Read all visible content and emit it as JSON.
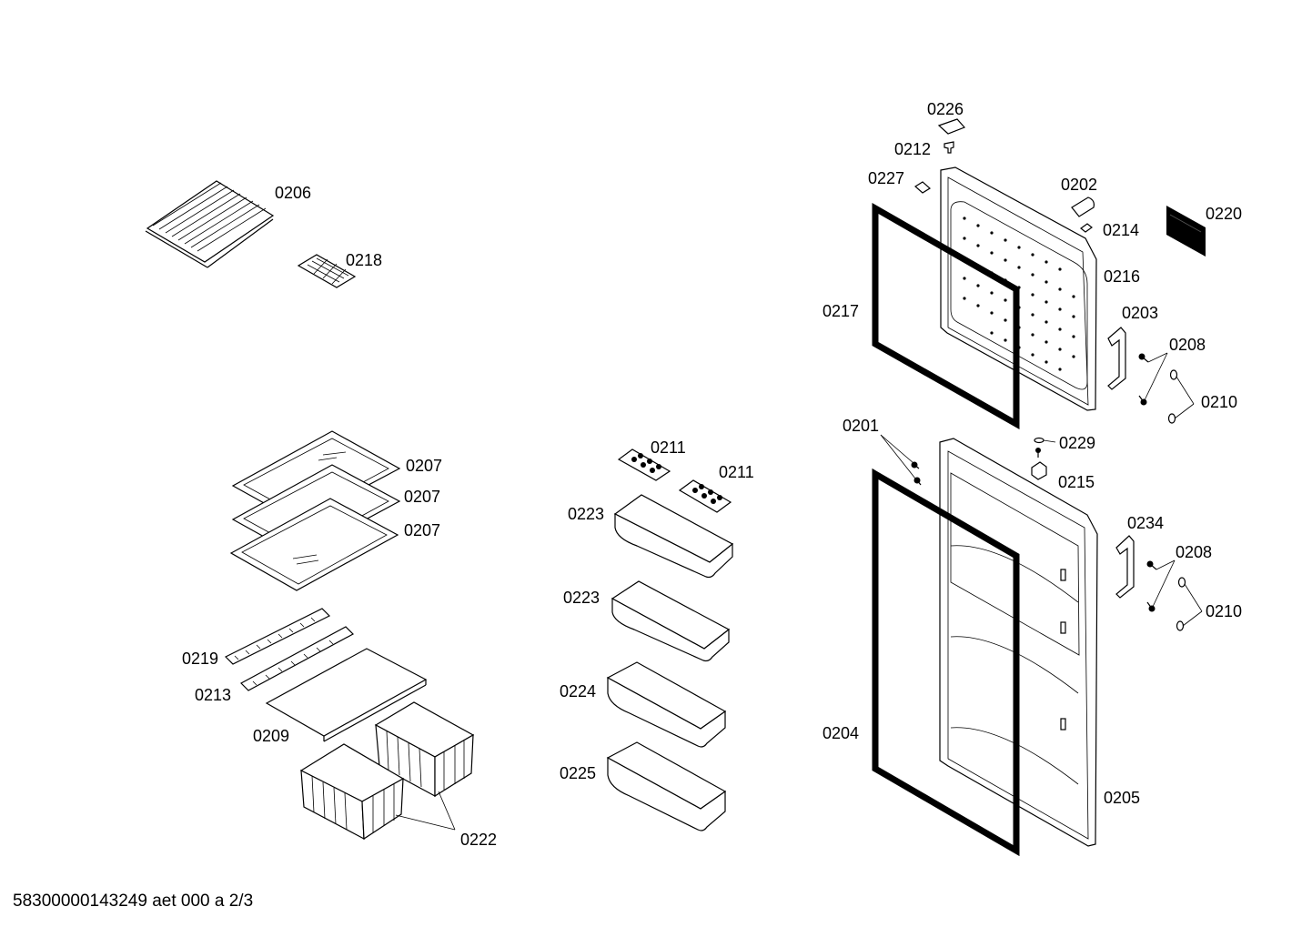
{
  "labels": {
    "p0206": "0206",
    "p0218": "0218",
    "p0207a": "0207",
    "p0207b": "0207",
    "p0207c": "0207",
    "p0219": "0219",
    "p0213": "0213",
    "p0209": "0209",
    "p0222": "0222",
    "p0211a": "0211",
    "p0211b": "0211",
    "p0223a": "0223",
    "p0223b": "0223",
    "p0224": "0224",
    "p0225": "0225",
    "p0226": "0226",
    "p0212": "0212",
    "p0227": "0227",
    "p0202": "0202",
    "p0214": "0214",
    "p0220": "0220",
    "p0216": "0216",
    "p0217": "0217",
    "p0203": "0203",
    "p0208a": "0208",
    "p0210a": "0210",
    "p0201": "0201",
    "p0229": "0229",
    "p0215": "0215",
    "p0234": "0234",
    "p0208b": "0208",
    "p0210b": "0210",
    "p0204": "0204",
    "p0205": "0205"
  },
  "footer": "58300000143249 aet 000 a 2/3"
}
